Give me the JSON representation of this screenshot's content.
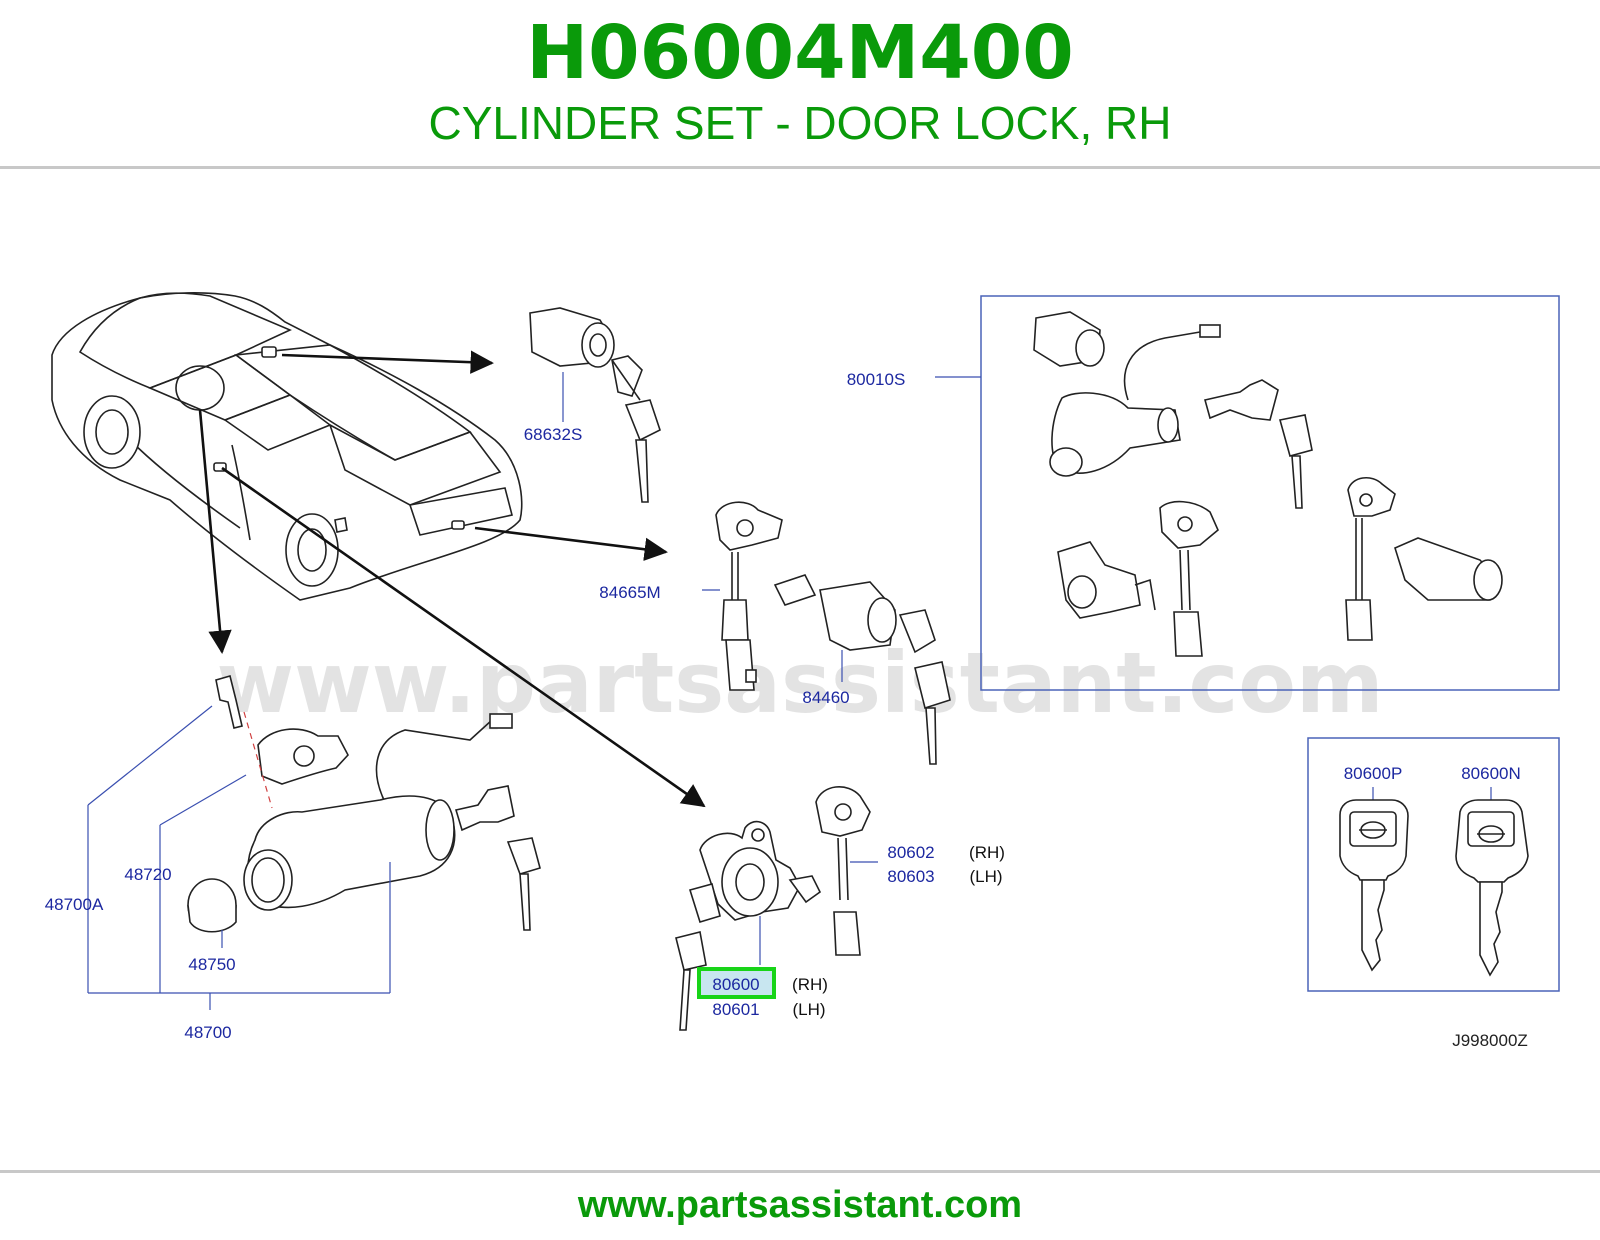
{
  "header": {
    "part_number": "H06004M400",
    "title": "CYLINDER SET - DOOR LOCK, RH"
  },
  "diagram": {
    "watermark": "www.partsassistant.com",
    "callouts": {
      "c68632s": "68632S",
      "c80010s": "80010S",
      "c84665m": "84665M",
      "c84460": "84460",
      "c48700a": "48700A",
      "c48720": "48720",
      "c48750": "48750",
      "c48700": "48700",
      "c80602": "80602",
      "c80603": "80603",
      "c80600": "80600",
      "c80601": "80601",
      "c80600p": "80600P",
      "c80600n": "80600N"
    },
    "side_labels": {
      "rh": "(RH)",
      "lh": "(LH)"
    },
    "highlighted_part": "80600",
    "reference_code": "J998000Z"
  },
  "colors": {
    "brand_green": "#0a9a0a",
    "callout_blue": "#1c28a0",
    "highlight_green": "#18d418"
  },
  "footer": {
    "url": "www.partsassistant.com"
  }
}
